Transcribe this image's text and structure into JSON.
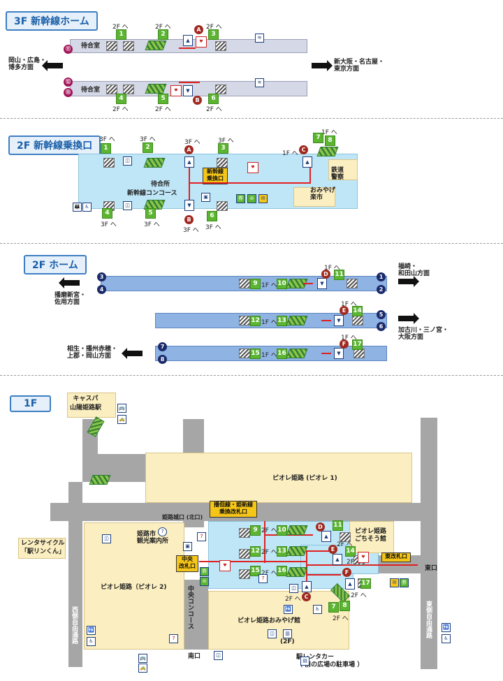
{
  "sections": {
    "s3f": "3F 新幹線ホーム",
    "s2f_transfer": "2F 新幹線乗換口",
    "s2f_platform": "2F ホーム",
    "s1f": "1F"
  },
  "f3": {
    "waiting_room_1": "待合室",
    "waiting_room_2": "待合室",
    "dir_west": "岡山・広島・\n博多方面",
    "dir_east": "新大阪・名古屋・\n東京方面",
    "to2f": "2F へ",
    "tracks": [
      "⑪",
      "⑫",
      "⑬"
    ],
    "gates": [
      "1",
      "2",
      "3",
      "4",
      "5",
      "6"
    ],
    "letters": [
      "A",
      "B"
    ]
  },
  "f2t": {
    "waiting": "待合所",
    "concourse": "新幹線コンコース",
    "transfer_gate": "新幹線\n乗換口",
    "police": "鉄道\n警察",
    "omiyage": "おみやげ\n楽市",
    "to3f": "3F へ",
    "to1f": "1F へ",
    "gates": [
      "1",
      "2",
      "3",
      "4",
      "5",
      "6",
      "7",
      "8"
    ],
    "letters": [
      "A",
      "B",
      "C"
    ]
  },
  "f2p": {
    "dir_west": "播磨新宮・\n佐用方面",
    "dir_fukuzaki": "福崎・\n和田山方面",
    "dir_kakogawa": "加古川・三ノ宮・\n大阪方面",
    "dir_aioi": "相生・播州赤穂・\n上郡・岡山方面",
    "to1f": "1F へ",
    "tracks": [
      "1",
      "2",
      "3",
      "4",
      "5",
      "6",
      "7",
      "8"
    ],
    "gates": [
      "9",
      "10",
      "11",
      "12",
      "13",
      "14",
      "15",
      "16",
      "17"
    ],
    "letters": [
      "D",
      "E",
      "F"
    ]
  },
  "f1": {
    "castle_station": "キャスパ\n山陽姫路駅",
    "piole1": "ピオレ姫路 (ピオレ 1)",
    "piole2": "ピオレ姫路（ピオレ 2)",
    "himeji_castle_gate": "姫路城口 (北口)",
    "bantan_gate": "播但線・姫新線\n乗換改札口",
    "central_gate": "中央\n改札口",
    "east_gate": "東改札口",
    "east_exit": "東口",
    "south_exit": "南口",
    "central_concourse": "中央コンコース",
    "west_road": "西側自由通路",
    "east_road": "東側自由通路",
    "tourist_info": "姫路市\n観光案内所",
    "gochisou": "ピオレ姫路\nごちそう館",
    "omiyage_kan": "ピオレ姫路おみやげ館",
    "rent_cycle": "レンタサイクル\n「駅リンくん」",
    "rent_car": "駅レンタカー\n（ 前の広場の駐車場 ）",
    "floor_2f": "(2F)",
    "to2f": "2F へ",
    "gates": [
      "7",
      "8",
      "9",
      "10",
      "11",
      "12",
      "13",
      "14",
      "15",
      "16",
      "17"
    ],
    "letters": [
      "C",
      "D",
      "E",
      "F"
    ]
  },
  "colors": {
    "section_border": "#3d7fc2",
    "platform_blue": "#8fb4e4",
    "concourse_lightblue": "#bfe6f7",
    "shop_cream": "#fbeec0",
    "accent_red": "#e02020",
    "gate_green": "#5cb531"
  }
}
